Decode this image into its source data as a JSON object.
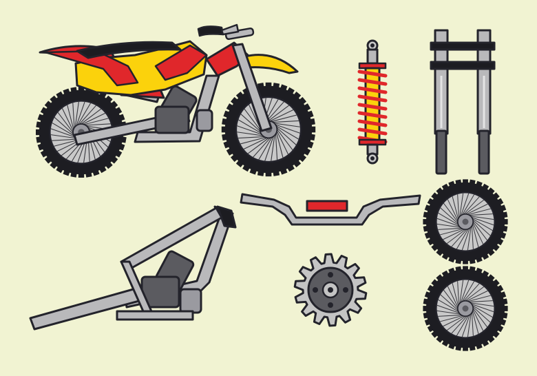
{
  "colors": {
    "background": "#f1f3d2",
    "outline": "#23232b",
    "tire": "#1d1d22",
    "rim": "#c9c9c9",
    "spoke": "#35353a",
    "frame": "#b9b9bb",
    "engine": "#5b5b60",
    "red": "#e0272b",
    "yellow": "#fbd20c",
    "seat": "#1c1c21",
    "sprocket": "#c4c4c4"
  },
  "parts": [
    {
      "name": "dirt-bike",
      "icon": "motorcycle-icon"
    },
    {
      "name": "rear-shock-absorber",
      "icon": "shock-absorber-icon"
    },
    {
      "name": "front-fork",
      "icon": "front-fork-icon"
    },
    {
      "name": "handlebar",
      "icon": "handlebar-icon"
    },
    {
      "name": "frame-with-engine",
      "icon": "frame-icon"
    },
    {
      "name": "rear-sprocket",
      "icon": "sprocket-icon"
    },
    {
      "name": "spoked-wheel-upper",
      "icon": "wheel-icon"
    },
    {
      "name": "spoked-wheel-lower",
      "icon": "wheel-icon"
    }
  ]
}
